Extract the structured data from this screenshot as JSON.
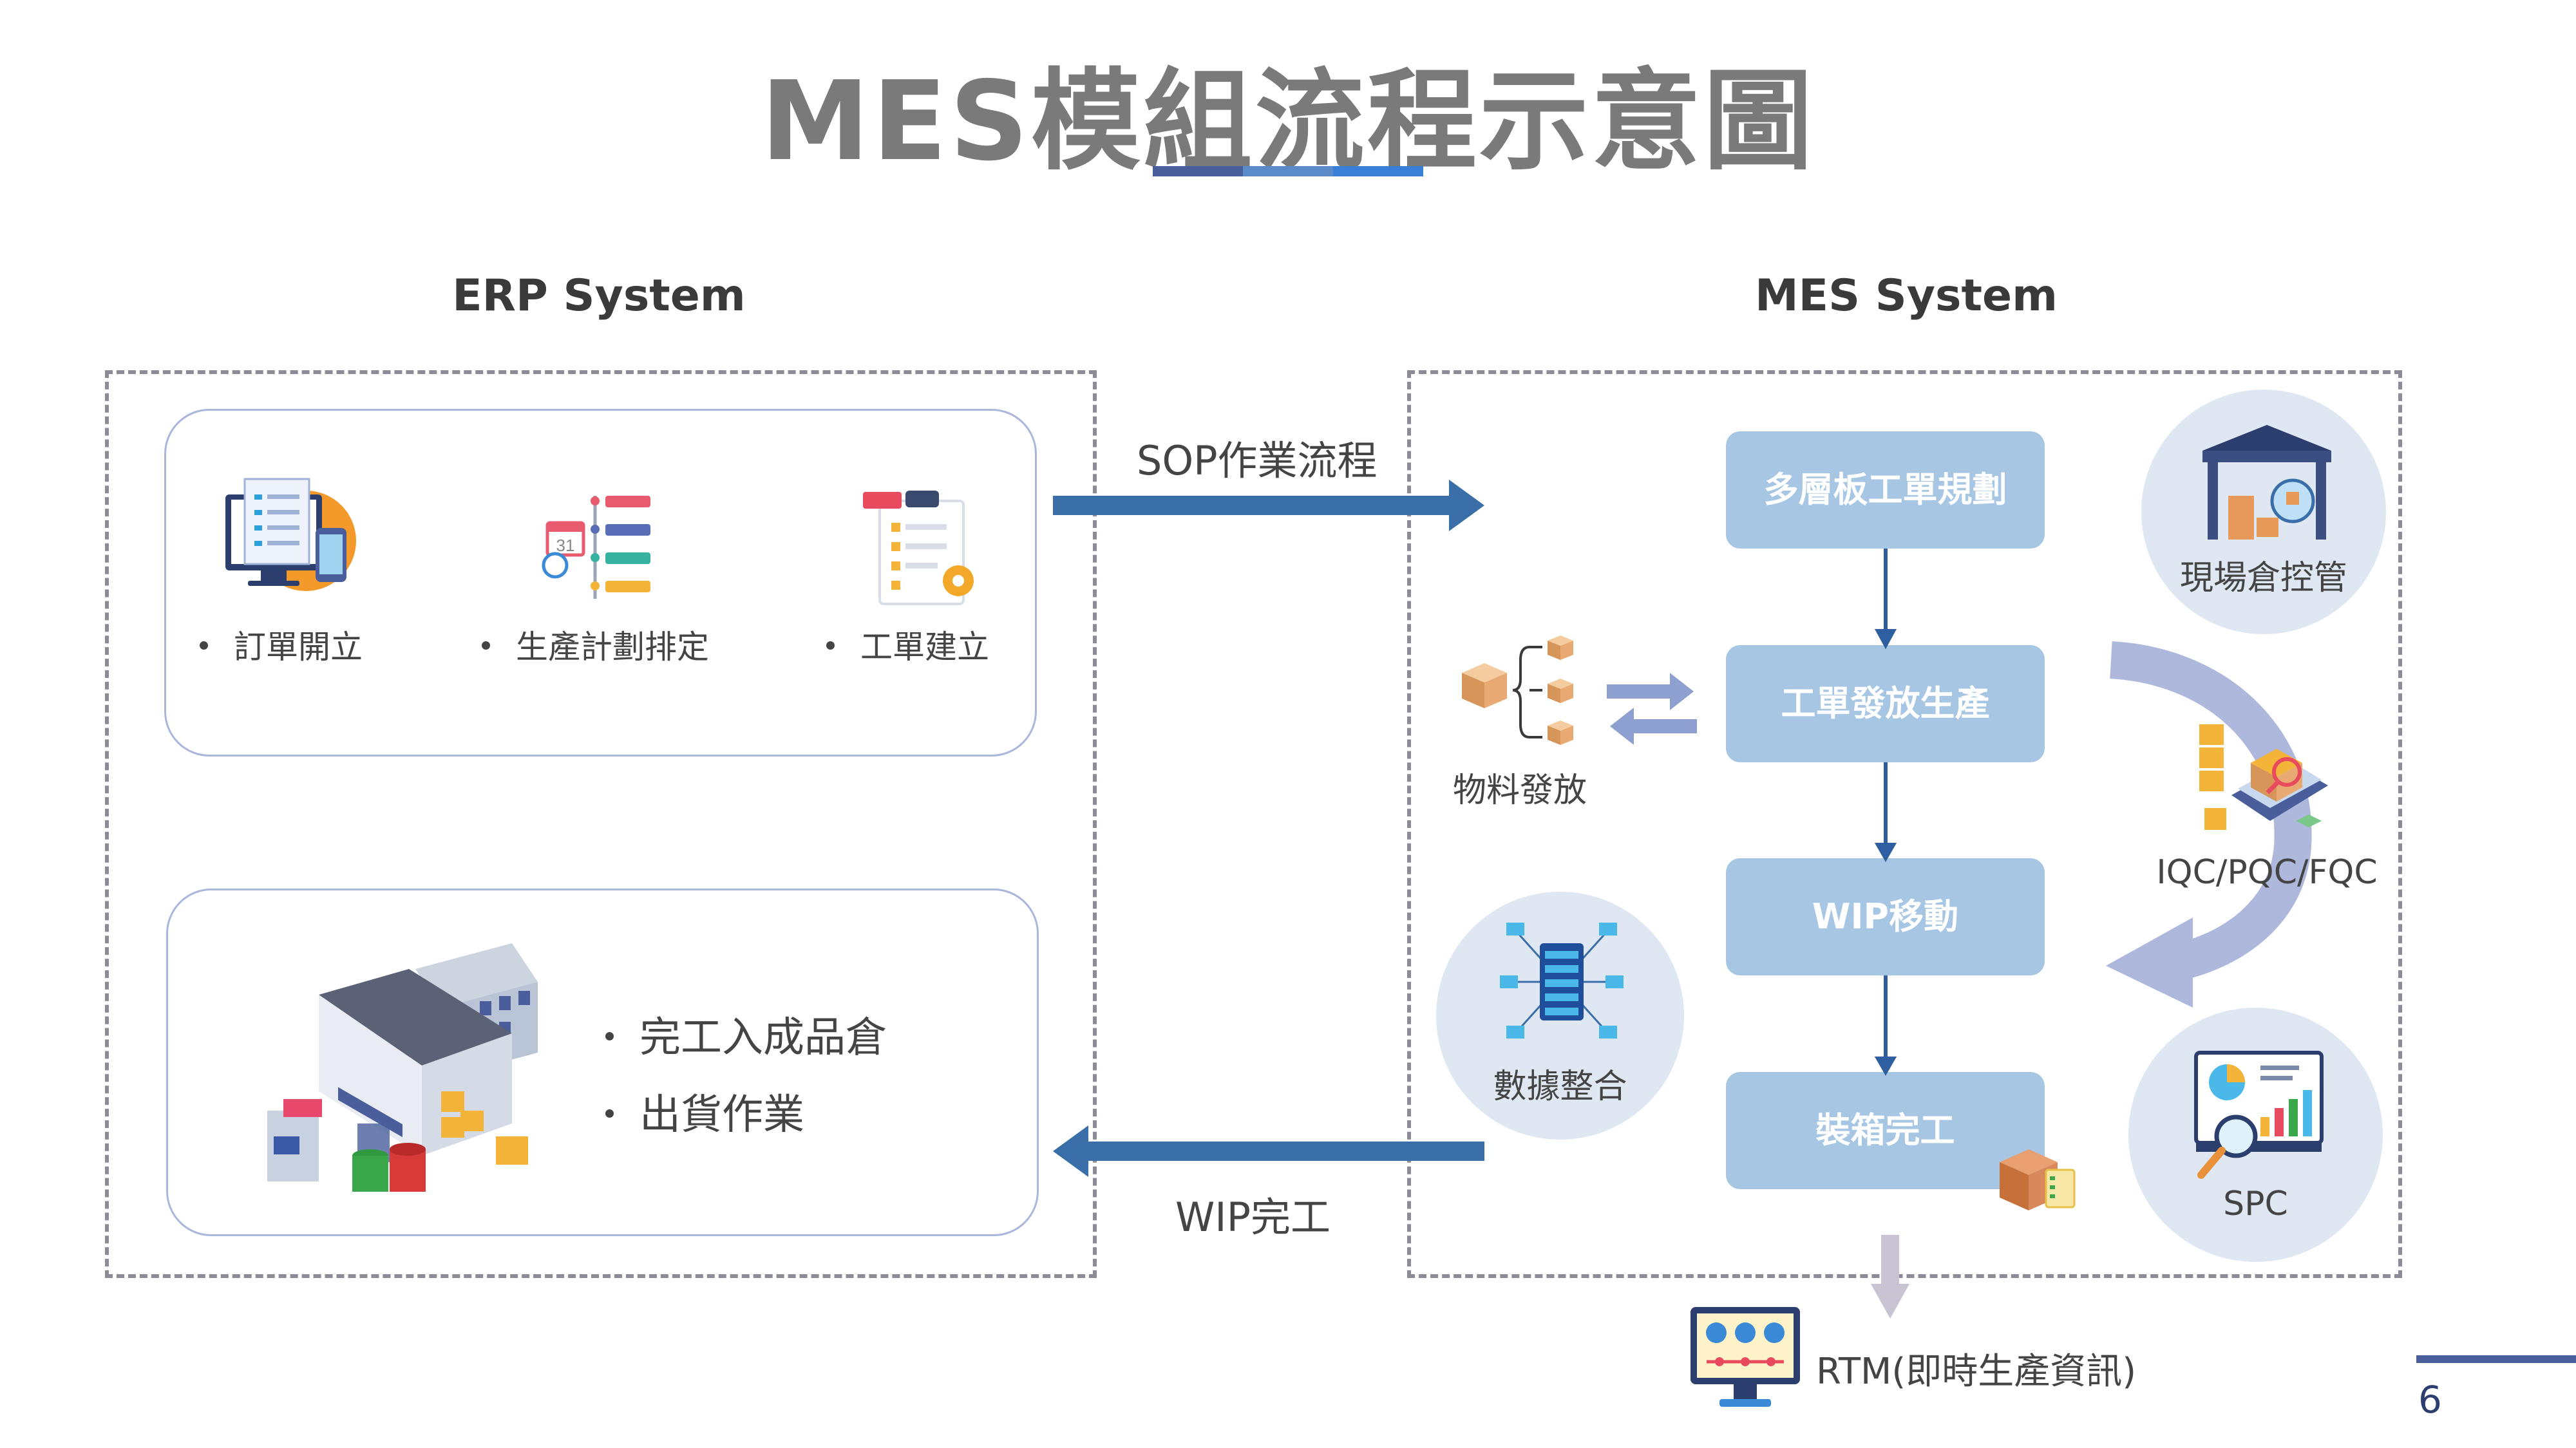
{
  "title": "MES模組流程示意圖",
  "erp": {
    "heading": "ERP System",
    "top_items": [
      "訂單開立",
      "生產計劃排定",
      "工單建立"
    ],
    "bottom_items": [
      "完工入成品倉",
      "出貨作業"
    ]
  },
  "mes": {
    "heading": "MES System",
    "process_steps": [
      "多層板工單規劃",
      "工單發放生產",
      "WIP移動",
      "裝箱完工"
    ],
    "material_label": "物料發放",
    "data_label": "數據整合",
    "warehouse_label": "現場倉控管",
    "qc_label": "IQC/PQC/FQC",
    "spc_label": "SPC",
    "rtm_label": "RTM(即時生產資訊)"
  },
  "flows": {
    "to_mes": "SOP作業流程",
    "to_erp": "WIP完工"
  },
  "page_number": "6",
  "colors": {
    "title": "#7a7a7a",
    "arrow_blue": "#3a6ea8",
    "process_box": "#a6c6e4",
    "circle_bg": "#dfe7f2",
    "dashed_border": "#8f8a97"
  },
  "icons": [
    "order-monitor-icon",
    "schedule-list-icon",
    "work-order-clipboard-icon",
    "warehouse-icon",
    "material-boxes-icon",
    "data-server-icon",
    "warehouse-gate-icon",
    "inspection-box-icon",
    "spc-chart-icon",
    "packing-box-icon",
    "rtm-monitor-icon"
  ]
}
